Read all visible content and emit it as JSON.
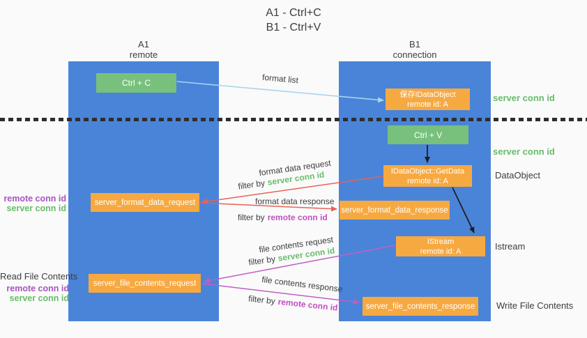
{
  "title": {
    "line1": "A1 - Ctrl+C",
    "line2": "B1 - Ctrl+V"
  },
  "columns": {
    "a1": {
      "title": "A1",
      "subtitle": "remote"
    },
    "b1": {
      "title": "B1",
      "subtitle": "connection"
    }
  },
  "nodes": {
    "ctrl_c": {
      "label": "Ctrl + C"
    },
    "save_dataobject": {
      "line1": "保存IDataObject",
      "line2": "remote id: A"
    },
    "ctrl_v": {
      "label": "Ctrl + V"
    },
    "getdata": {
      "line1": "IDataObject::GetData",
      "line2": "remote id: A"
    },
    "format_request": {
      "label": "server_format_data_request"
    },
    "format_response": {
      "label": "server_format_data_response"
    },
    "istream": {
      "line1": "IStream",
      "line2": "remote id: A"
    },
    "file_request": {
      "label": "server_file_contents_request"
    },
    "file_response": {
      "label": "server_file_contents_response"
    }
  },
  "right_labels": {
    "server_conn_id_top": "server conn id",
    "server_conn_id_mid": "server conn id",
    "dataobject": "DataObject",
    "istream": "Istream",
    "write_file_contents": "Write File Contents"
  },
  "left_labels": {
    "format_group": {
      "remote": "remote conn id",
      "server": "server conn id"
    },
    "file_group": {
      "read": "Read File Contents",
      "remote": "remote conn id",
      "server": "server conn id"
    }
  },
  "arrow_labels": {
    "format_list": "format list",
    "format_data_request": "format data request",
    "format_data_request_filter": "filter by",
    "format_data_request_filter_value": "server conn id",
    "format_data_response": "format data response",
    "format_data_response_filter": "filter by",
    "format_data_response_filter_value": "remote conn id",
    "file_contents_request": "file contents request",
    "file_contents_request_filter": "filter by",
    "file_contents_request_filter_value": "server conn id",
    "file_contents_response": "file contents response",
    "file_contents_response_filter": "filter by",
    "file_contents_response_filter_value": "remote conn id"
  },
  "colors": {
    "background": "#fafafa",
    "column_blue": "#4a84d8",
    "box_green": "#77c17c",
    "box_orange": "#f7a941",
    "label_green": "#67bd6b",
    "label_purple": "#a855c0",
    "label_magenta": "#c24fc4",
    "arrow_red": "#e86158",
    "arrow_magenta": "#c05ec4",
    "arrow_blue": "#a9d4f1",
    "arrow_black": "#1f1f1f",
    "dotted_line": "#2d2d2d"
  }
}
